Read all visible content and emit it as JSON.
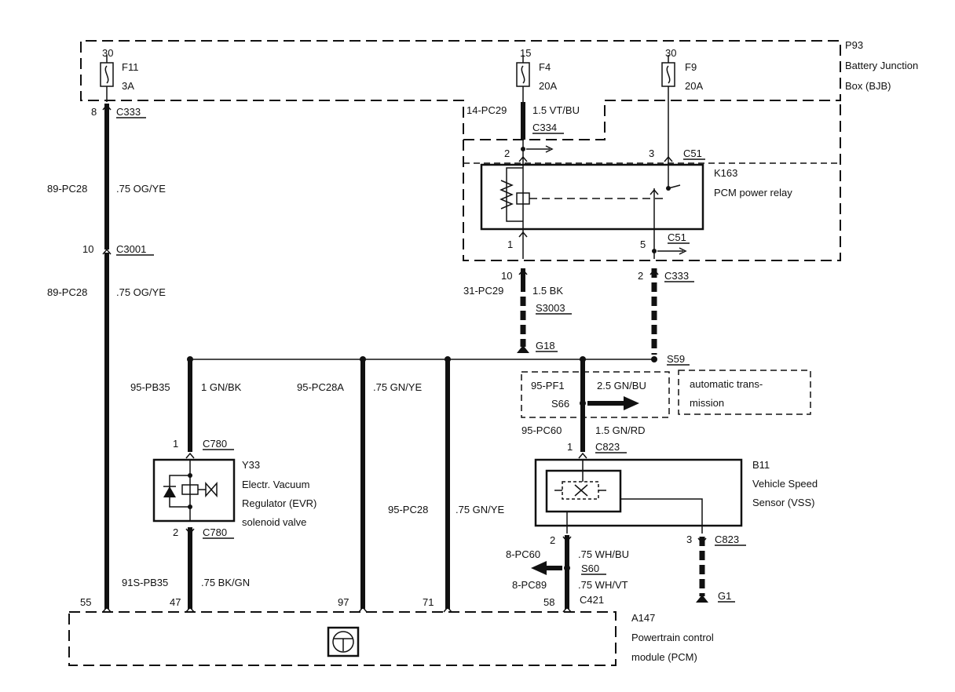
{
  "modules": {
    "bjb": {
      "id": "P93",
      "name_line1": "Battery Junction",
      "name_line2": "Box (BJB)"
    },
    "relay": {
      "id": "K163",
      "name": "PCM power relay"
    },
    "evr": {
      "id": "Y33",
      "name_line1": "Electr. Vacuum",
      "name_line2": "Regulator (EVR)",
      "name_line3": "solenoid valve"
    },
    "vss": {
      "id": "B11",
      "name_line1": "Vehicle Speed",
      "name_line2": "Sensor (VSS)"
    },
    "pcm": {
      "id": "A147",
      "name_line1": "Powertrain control",
      "name_line2": "module (PCM)"
    },
    "auto_trans": {
      "line1": "automatic trans-",
      "line2": "mission"
    }
  },
  "fuses": [
    {
      "terminal": "30",
      "id": "F11",
      "rating": "3A"
    },
    {
      "terminal": "15",
      "id": "F4",
      "rating": "20A"
    },
    {
      "terminal": "30",
      "id": "F9",
      "rating": "20A"
    }
  ],
  "connectors": {
    "c333_top": "C333",
    "c333_top_pin": "8",
    "c334": "C334",
    "c51_top": "C51",
    "c51_pin2": "2",
    "c51_pin3": "3",
    "c51_bottom": "C51",
    "c51_pin1": "1",
    "c51_pin5": "5",
    "c3001": "C3001",
    "c3001_pin": "10",
    "c333_mid": "C333",
    "c333_mid_pin10": "10",
    "c333_mid_pin2": "2",
    "c780_top": "C780",
    "c780_top_pin": "1",
    "c780_bottom": "C780",
    "c780_bottom_pin": "2",
    "c823_top": "C823",
    "c823_top_pin": "1",
    "c823_right": "C823",
    "c823_right_pin": "3",
    "c823_left_pin": "2",
    "c421": "C421"
  },
  "splices": {
    "s3003": "S3003",
    "s59": "S59",
    "s66": "S66",
    "s60": "S60"
  },
  "grounds": {
    "g18": "G18",
    "g1": "G1"
  },
  "wires": {
    "pc28_a": {
      "circuit": "89-PC28",
      "spec": ".75 OG/YE"
    },
    "pc28_b": {
      "circuit": "89-PC28",
      "spec": ".75 OG/YE"
    },
    "pc29_top": {
      "circuit": "14-PC29",
      "spec": "1.5 VT/BU"
    },
    "pc29_bottom": {
      "circuit": "31-PC29",
      "spec": "1.5 BK"
    },
    "pb35": {
      "circuit": "95-PB35",
      "spec": "1 GN/BK"
    },
    "pc28a": {
      "circuit": "95-PC28A",
      "spec": ".75 GN/YE"
    },
    "pc28_gn": {
      "circuit": "95-PC28",
      "spec": ".75 GN/YE"
    },
    "pf1": {
      "circuit": "95-PF1",
      "spec": "2.5 GN/BU"
    },
    "pc60_top": {
      "circuit": "95-PC60",
      "spec": "1.5 GN/RD"
    },
    "pc60_bottom": {
      "circuit": "8-PC60",
      "spec": ".75 WH/BU"
    },
    "pc89": {
      "circuit": "8-PC89",
      "spec": ".75 WH/VT"
    },
    "pb35_bottom": {
      "circuit": "91S-PB35",
      "spec": ".75 BK/GN"
    }
  },
  "pcm_pins": {
    "p55": "55",
    "p47": "47",
    "p97": "97",
    "p71": "71",
    "p58": "58"
  }
}
